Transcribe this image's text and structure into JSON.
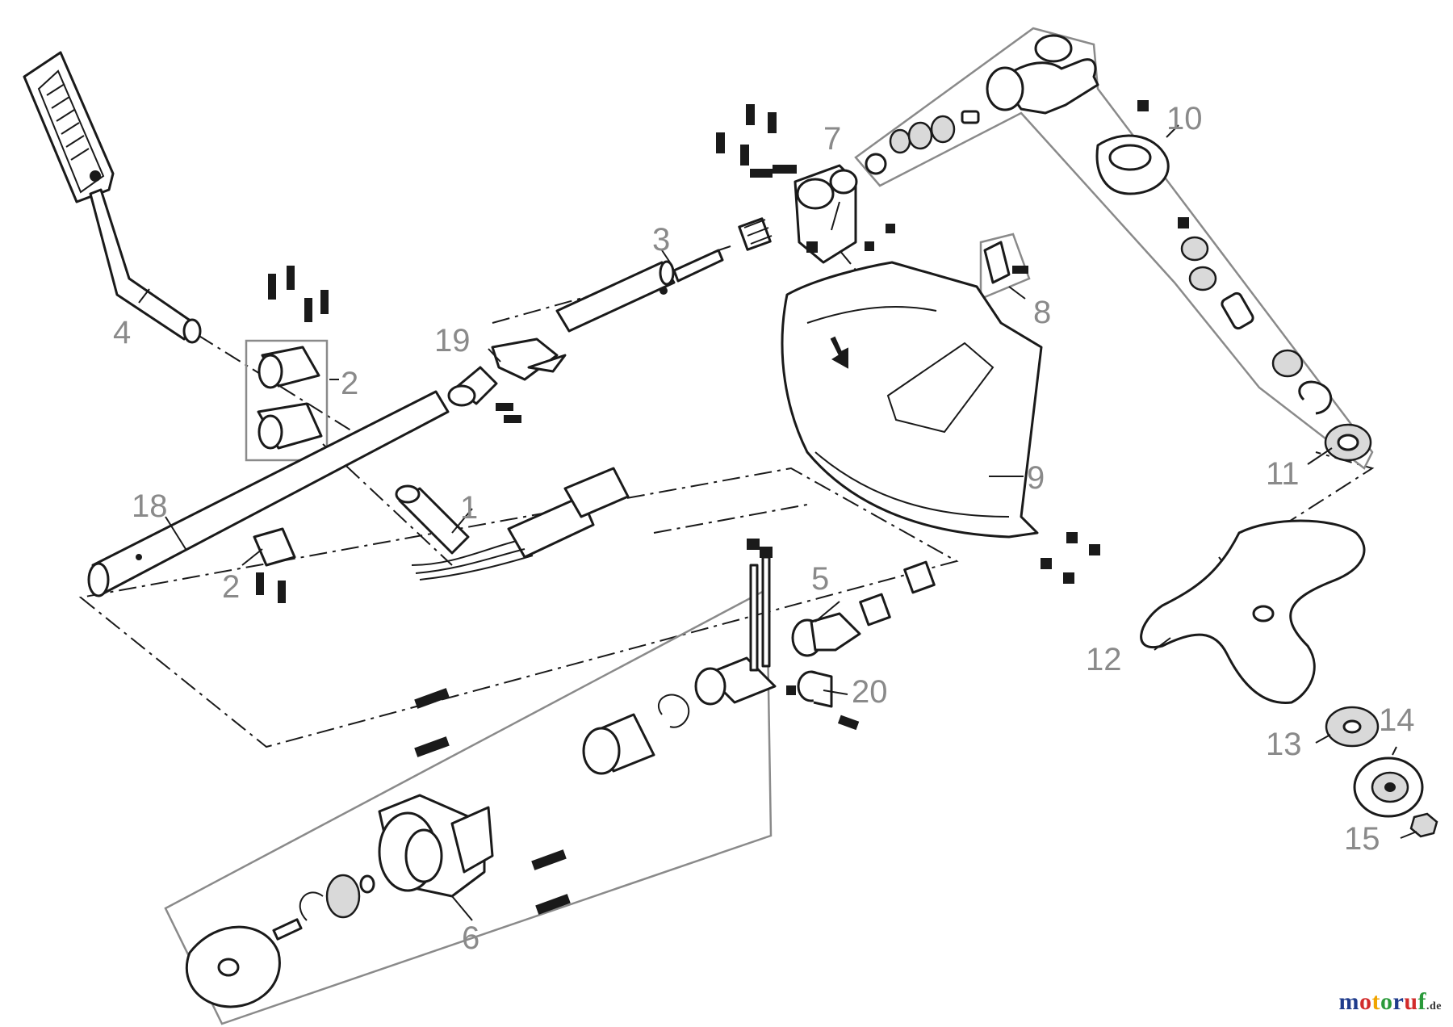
{
  "callouts": [
    {
      "id": "1",
      "label": "1"
    },
    {
      "id": "2a",
      "label": "2"
    },
    {
      "id": "2b",
      "label": "2"
    },
    {
      "id": "3",
      "label": "3"
    },
    {
      "id": "4",
      "label": "4"
    },
    {
      "id": "5",
      "label": "5"
    },
    {
      "id": "6",
      "label": "6"
    },
    {
      "id": "7",
      "label": "7"
    },
    {
      "id": "8",
      "label": "8"
    },
    {
      "id": "9",
      "label": "9"
    },
    {
      "id": "10",
      "label": "10"
    },
    {
      "id": "11",
      "label": "11"
    },
    {
      "id": "12",
      "label": "12"
    },
    {
      "id": "13",
      "label": "13"
    },
    {
      "id": "14",
      "label": "14"
    },
    {
      "id": "15",
      "label": "15"
    },
    {
      "id": "18",
      "label": "18"
    },
    {
      "id": "19",
      "label": "19"
    },
    {
      "id": "20",
      "label": "20"
    }
  ],
  "brand": {
    "letters": [
      "m",
      "o",
      "t",
      "o",
      "r",
      "u",
      "f"
    ],
    "tld": ".de"
  }
}
